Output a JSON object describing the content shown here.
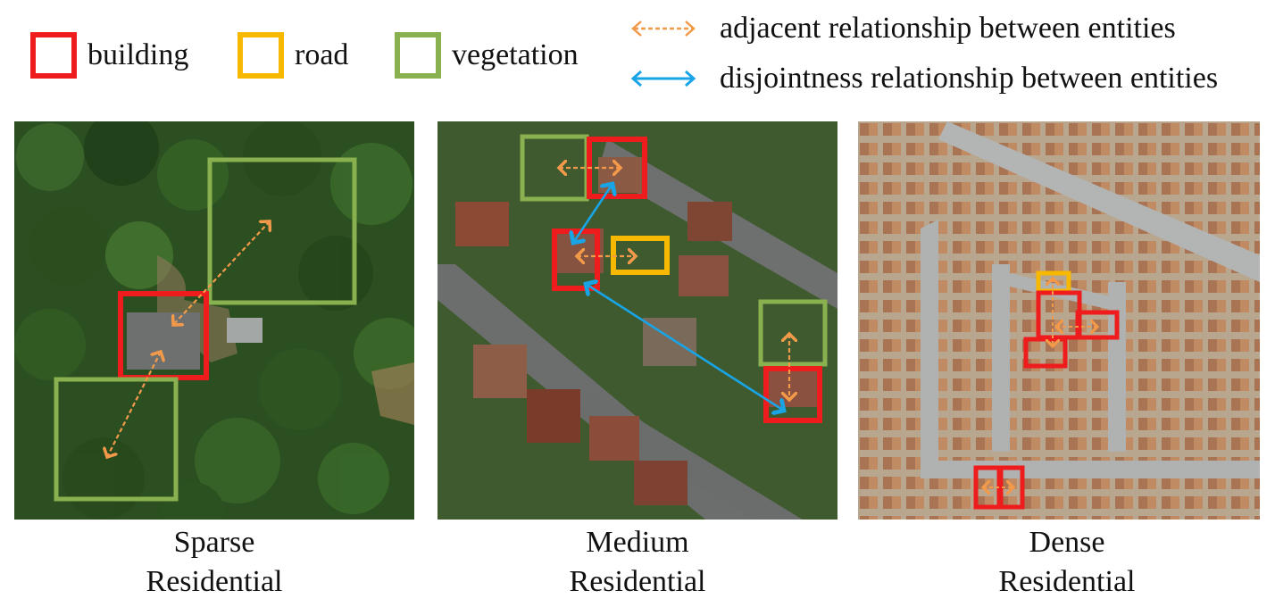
{
  "legend": {
    "building": {
      "label": "building",
      "color": "#ee1c1c"
    },
    "road": {
      "label": "road",
      "color": "#f6b800"
    },
    "vegetation": {
      "label": "vegetation",
      "color": "#8ab150"
    },
    "adjacent": {
      "label": "adjacent relationship between entities",
      "color": "#f29a4a",
      "style": "dashed-double-arrow"
    },
    "disjoint": {
      "label": "disjointness relationship between entities",
      "color": "#19a4e6",
      "style": "solid-double-arrow"
    }
  },
  "panels": [
    {
      "id": "sparse",
      "caption_line1": "Sparse",
      "caption_line2": "Residential",
      "imagery": "aerial-forest-with-single-house"
    },
    {
      "id": "medium",
      "caption_line1": "Medium",
      "caption_line2": "Residential",
      "imagery": "aerial-suburb-with-scattered-houses"
    },
    {
      "id": "dense",
      "caption_line1": "Dense",
      "caption_line2": "Residential",
      "imagery": "aerial-dense-housing-tract"
    }
  ]
}
